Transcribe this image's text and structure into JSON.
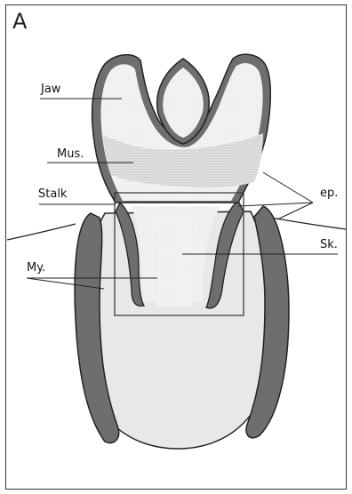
{
  "panel": {
    "letter": "A"
  },
  "labels": {
    "jaw": "Jaw",
    "mus": "Mus.",
    "stalk": "Stalk",
    "ep": "ep.",
    "sk": "Sk.",
    "my": "My."
  },
  "colors": {
    "outline": "#222222",
    "dark_tissue": "#6e6e6e",
    "light_tissue": "#e6e6e6",
    "jaw_fill": "#f1f1f1",
    "muscle": "#d9d9d9"
  }
}
